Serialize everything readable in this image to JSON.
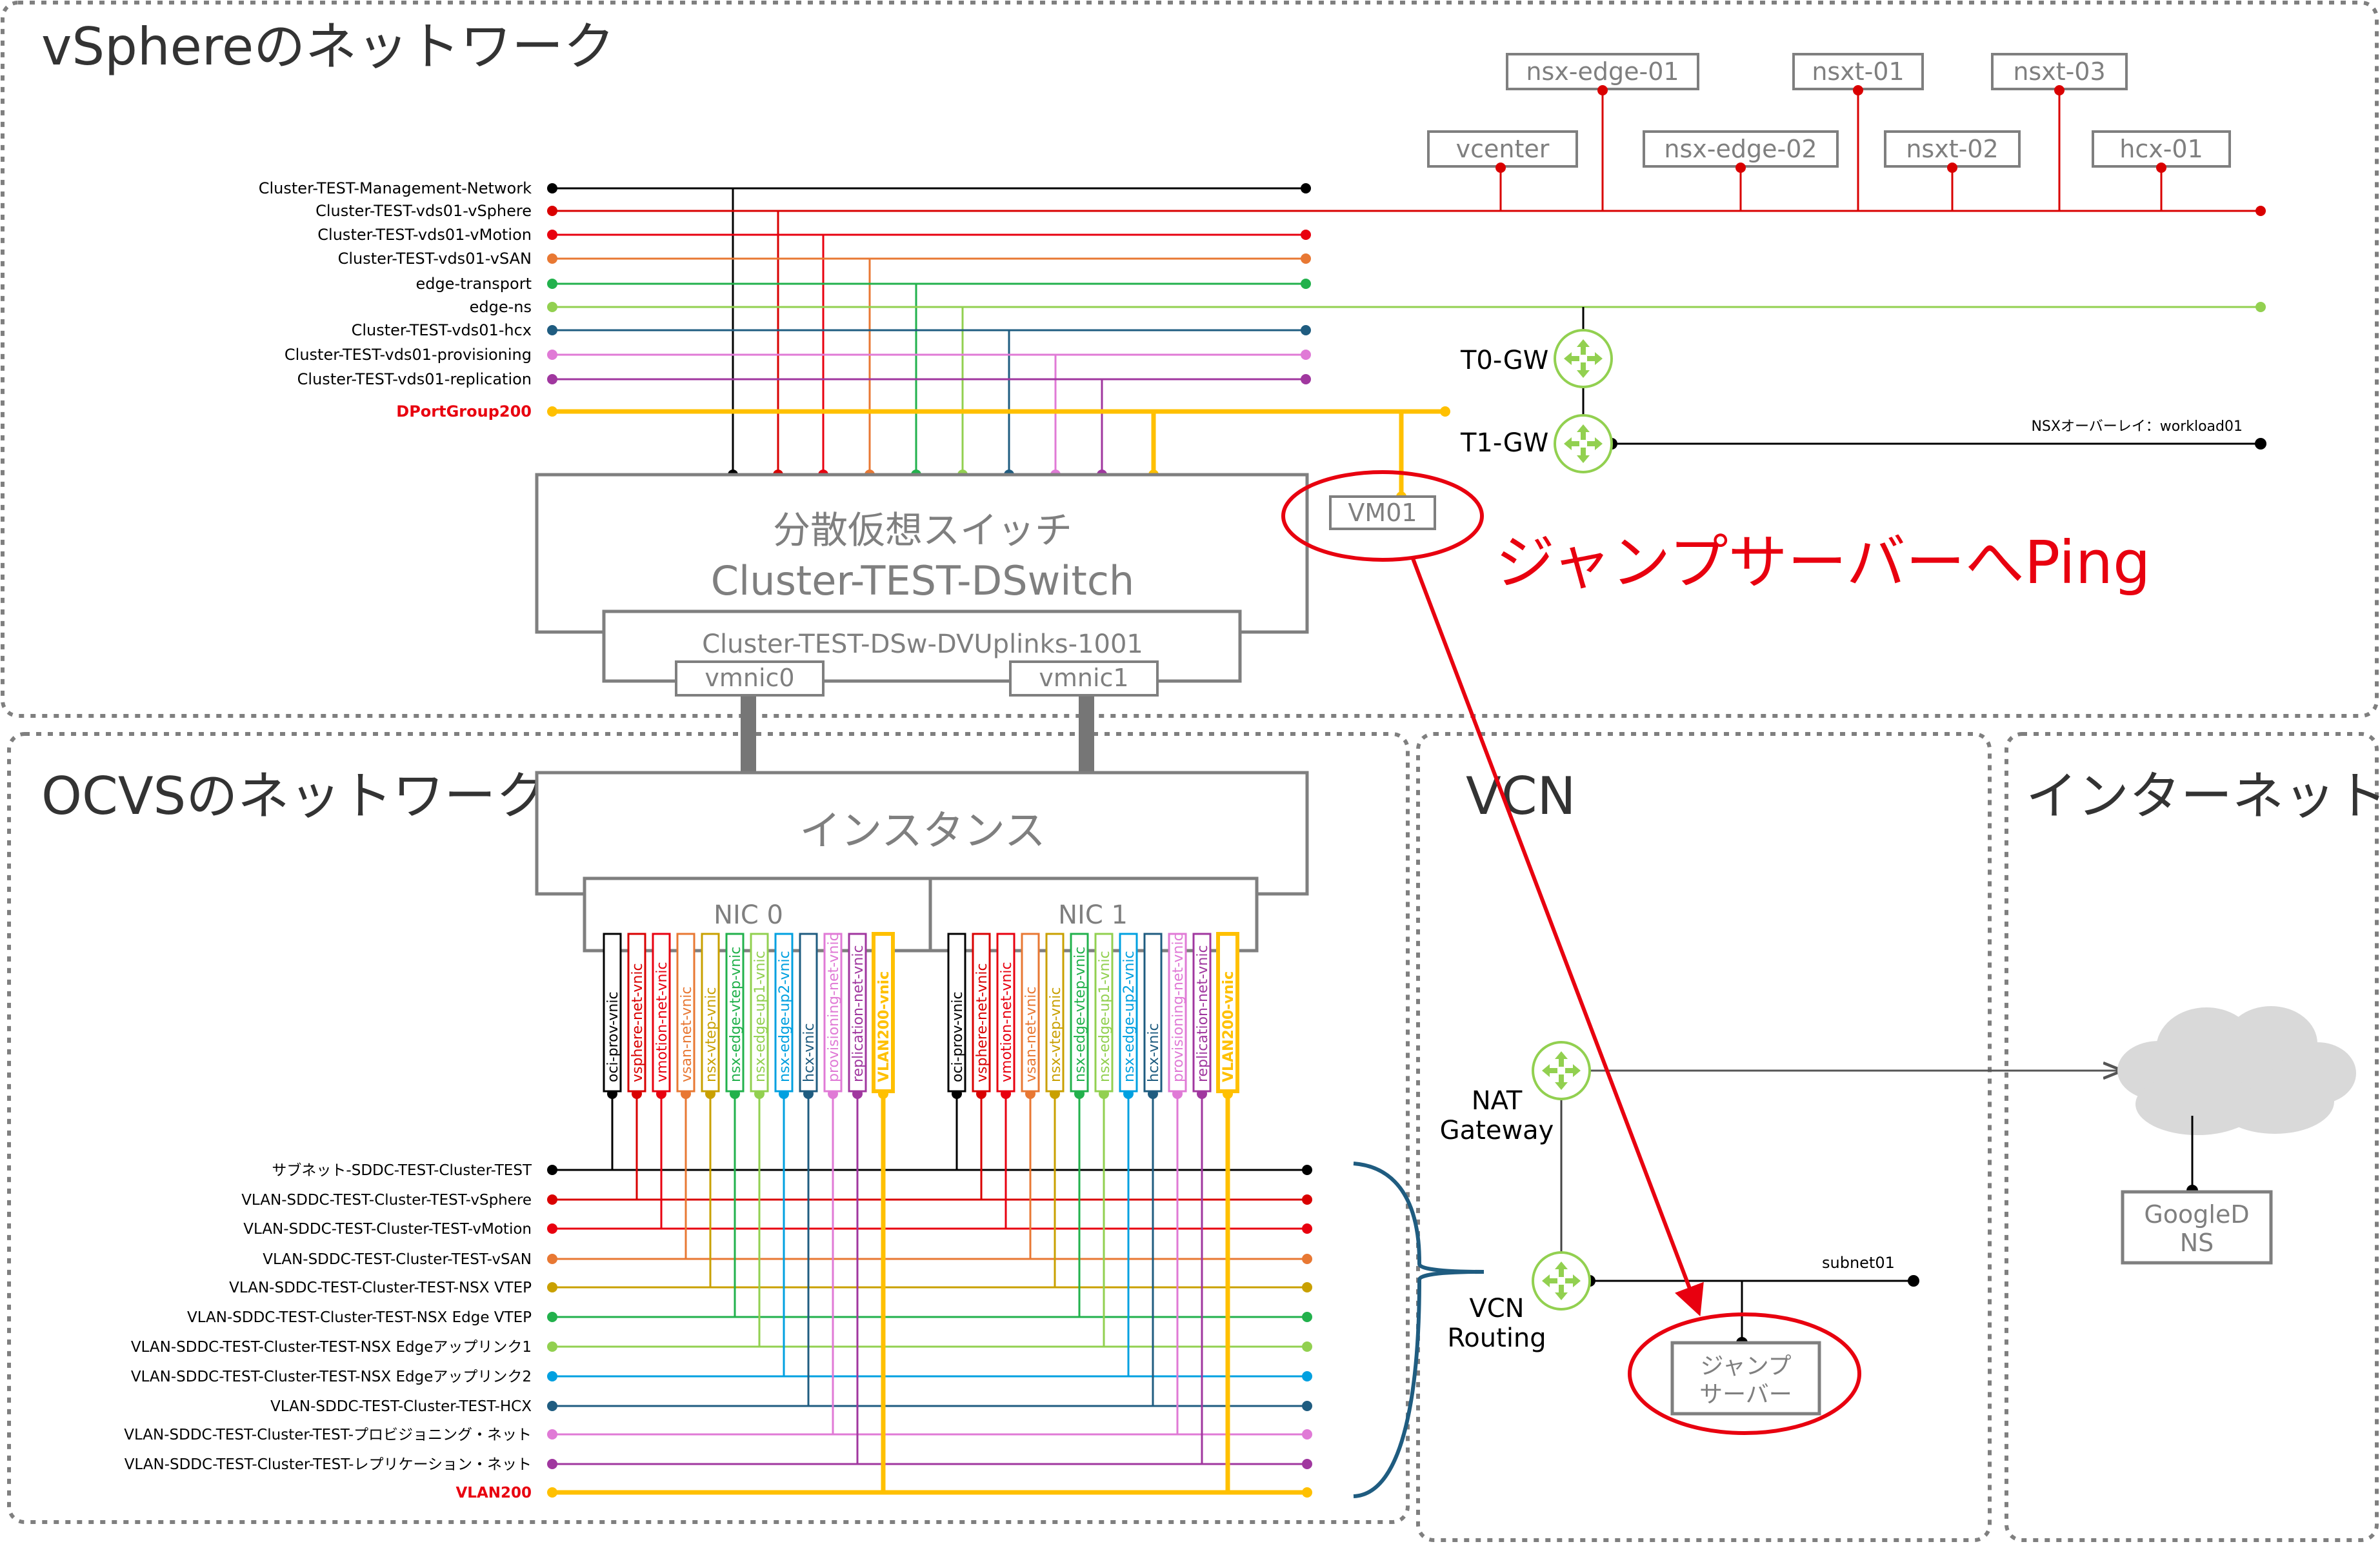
{
  "sections": {
    "vsphere": "vSphereのネットワーク",
    "ocvs": "OCVSのネットワーク",
    "vcn": "VCN",
    "internet": "インターネット"
  },
  "vsphere_networks": [
    {
      "id": "mgmt",
      "label": "Cluster-TEST-Management-Network",
      "color": "#000000"
    },
    {
      "id": "vsphere",
      "label": "Cluster-TEST-vds01-vSphere",
      "color": "#d90000"
    },
    {
      "id": "vmotion",
      "label": "Cluster-TEST-vds01-vMotion",
      "color": "#e8000f"
    },
    {
      "id": "vsan",
      "label": "Cluster-TEST-vds01-vSAN",
      "color": "#e87833"
    },
    {
      "id": "edge_transport",
      "label": "edge-transport",
      "color": "#22b14c"
    },
    {
      "id": "edge_ns",
      "label": "edge-ns",
      "color": "#92d050"
    },
    {
      "id": "hcx",
      "label": "Cluster-TEST-vds01-hcx",
      "color": "#1f5c80"
    },
    {
      "id": "provisioning",
      "label": "Cluster-TEST-vds01-provisioning",
      "color": "#e07ad6"
    },
    {
      "id": "replication",
      "label": "Cluster-TEST-vds01-replication",
      "color": "#a0379f"
    },
    {
      "id": "dpg200",
      "label": "DPortGroup200",
      "color": "#ffc000"
    }
  ],
  "top_vms": [
    "nsx-edge-01",
    "nsxt-01",
    "nsxt-03",
    "vcenter",
    "nsx-edge-02",
    "nsxt-02",
    "hcx-01"
  ],
  "gateways": {
    "t0": "T0-GW",
    "t1": "T1-GW",
    "overlay_label": "NSXオーバーレイ：workload01"
  },
  "vm01": "VM01",
  "ping_annotation": "ジャンプサーバーへPing",
  "dswitch": {
    "title1": "分散仮想スイッチ",
    "title2": "Cluster-TEST-DSwitch",
    "uplinks": "Cluster-TEST-DSw-DVUplinks-1001",
    "vmnic0": "vmnic0",
    "vmnic1": "vmnic1"
  },
  "instance": {
    "label": "インスタンス",
    "nic0": "NIC 0",
    "nic1": "NIC 1"
  },
  "vnics": [
    {
      "label": "oci-prov-vnic",
      "color": "#000000"
    },
    {
      "label": "vsphere-net-vnic",
      "color": "#d90000"
    },
    {
      "label": "vmotion-net-vnic",
      "color": "#e8000f"
    },
    {
      "label": "vsan-net-vnic",
      "color": "#e87833"
    },
    {
      "label": "nsx-vtep-vnic",
      "color": "#c9a000"
    },
    {
      "label": "nsx-edge-vtep-vnic",
      "color": "#22b14c"
    },
    {
      "label": "nsx-edge-up1-vnic",
      "color": "#92d050"
    },
    {
      "label": "nsx-edge-up2-vnic",
      "color": "#00a0e0"
    },
    {
      "label": "hcx-vnic",
      "color": "#1f5c80"
    },
    {
      "label": "provisioning-net-vnic",
      "color": "#e07ad6"
    },
    {
      "label": "replication-net-vnic",
      "color": "#a0379f"
    },
    {
      "label": "VLAN200-vnic",
      "color": "#ffc000"
    }
  ],
  "ocvs_networks": [
    {
      "label": "サブネット-SDDC-TEST-Cluster-TEST",
      "color": "#000000"
    },
    {
      "label": "VLAN-SDDC-TEST-Cluster-TEST-vSphere",
      "color": "#d90000"
    },
    {
      "label": "VLAN-SDDC-TEST-Cluster-TEST-vMotion",
      "color": "#e8000f"
    },
    {
      "label": "VLAN-SDDC-TEST-Cluster-TEST-vSAN",
      "color": "#e87833"
    },
    {
      "label": "VLAN-SDDC-TEST-Cluster-TEST-NSX VTEP",
      "color": "#c9a000"
    },
    {
      "label": "VLAN-SDDC-TEST-Cluster-TEST-NSX Edge VTEP",
      "color": "#22b14c"
    },
    {
      "label": "VLAN-SDDC-TEST-Cluster-TEST-NSX Edgeアップリンク1",
      "color": "#92d050"
    },
    {
      "label": "VLAN-SDDC-TEST-Cluster-TEST-NSX Edgeアップリンク2",
      "color": "#00a0e0"
    },
    {
      "label": "VLAN-SDDC-TEST-Cluster-TEST-HCX",
      "color": "#1f5c80"
    },
    {
      "label": "VLAN-SDDC-TEST-Cluster-TEST-プロビジョニング・ネット",
      "color": "#e07ad6"
    },
    {
      "label": "VLAN-SDDC-TEST-Cluster-TEST-レプリケーション・ネット",
      "color": "#a0379f"
    },
    {
      "label": "VLAN200",
      "color": "#ffc000"
    }
  ],
  "vcn": {
    "nat1": "NAT",
    "nat2": "Gateway",
    "routing1": "VCN",
    "routing2": "Routing",
    "subnet": "subnet01",
    "jump1": "ジャンプ",
    "jump2": "サーバー"
  },
  "internet": {
    "dns1": "GoogleD",
    "dns2": "NS"
  },
  "colors": {
    "highlight_red": "#e8000f",
    "router_green": "#92d050",
    "bracket": "#1f5c80",
    "yellow": "#ffc000"
  }
}
